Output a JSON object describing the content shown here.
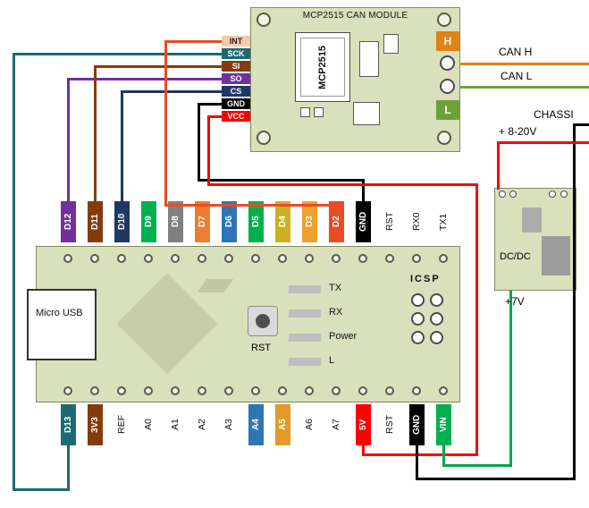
{
  "mcp_module": {
    "title": "MCP2515 CAN MODULE",
    "chip_label": "MCP2515",
    "terminal_h": "H",
    "terminal_l": "L",
    "terminal_h_color": "#E08214",
    "terminal_l_color": "#6FA03A",
    "pins": [
      {
        "label": "INT",
        "bg": "#F6CBAD",
        "fg": "#222222"
      },
      {
        "label": "SCK",
        "bg": "#1D6A73",
        "fg": "#FFFFFF"
      },
      {
        "label": "SI",
        "bg": "#843C0C",
        "fg": "#FFFFFF"
      },
      {
        "label": "SO",
        "bg": "#7030A0",
        "fg": "#FFFFFF"
      },
      {
        "label": "CS",
        "bg": "#1F3864",
        "fg": "#FFFFFF"
      },
      {
        "label": "GND",
        "bg": "#000000",
        "fg": "#FFFFFF"
      },
      {
        "label": "VCC",
        "bg": "#FF0000",
        "fg": "#FFFFFF"
      }
    ]
  },
  "annotations": {
    "can_h": "CAN H",
    "can_l": "CAN L",
    "chassis": "CHASSI",
    "supply_in": "+ 8-20V",
    "supply_out": "+7V"
  },
  "dcdc_module": {
    "label": "DC/DC"
  },
  "nano": {
    "usb_label": "Micro USB",
    "reset_label": "RST",
    "icsp_label": "ICSP",
    "indicator_labels": [
      "TX",
      "RX",
      "Power",
      "L"
    ],
    "top_pins": [
      {
        "label": "D12",
        "bg": "#7030A0",
        "fg": "#FFFFFF"
      },
      {
        "label": "D11",
        "bg": "#843C0C",
        "fg": "#FFFFFF"
      },
      {
        "label": "D10",
        "bg": "#1F3864",
        "fg": "#FFFFFF"
      },
      {
        "label": "D9",
        "bg": "#00B050",
        "fg": "#FFFFFF"
      },
      {
        "label": "D8",
        "bg": "#808080",
        "fg": "#FFFFFF"
      },
      {
        "label": "D7",
        "bg": "#ED7D31",
        "fg": "#FFFFFF"
      },
      {
        "label": "D6",
        "bg": "#2E75B6",
        "fg": "#FFFFFF"
      },
      {
        "label": "D5",
        "bg": "#00B050",
        "fg": "#FFFFFF"
      },
      {
        "label": "D4",
        "bg": "#CBB022",
        "fg": "#FFFFFF"
      },
      {
        "label": "D3",
        "bg": "#EDA12F",
        "fg": "#FFFFFF"
      },
      {
        "label": "D2",
        "bg": "#E84C22",
        "fg": "#FFFFFF"
      },
      {
        "label": "GND",
        "bg": "#000000",
        "fg": "#FFFFFF"
      },
      {
        "label": "RST",
        "bg": null,
        "fg": "#111111"
      },
      {
        "label": "RX0",
        "bg": null,
        "fg": "#111111"
      },
      {
        "label": "TX1",
        "bg": null,
        "fg": "#111111"
      }
    ],
    "bottom_pins": [
      {
        "label": "D13",
        "bg": "#1D6A73",
        "fg": "#FFFFFF"
      },
      {
        "label": "3V3",
        "bg": "#843C0C",
        "fg": "#FFFFFF"
      },
      {
        "label": "REF",
        "bg": null,
        "fg": "#111111"
      },
      {
        "label": "A0",
        "bg": null,
        "fg": "#111111"
      },
      {
        "label": "A1",
        "bg": null,
        "fg": "#111111"
      },
      {
        "label": "A2",
        "bg": null,
        "fg": "#111111"
      },
      {
        "label": "A3",
        "bg": null,
        "fg": "#111111"
      },
      {
        "label": "A4",
        "bg": "#2E75B6",
        "fg": "#FFFFFF"
      },
      {
        "label": "A5",
        "bg": "#E39A28",
        "fg": "#FFFFFF"
      },
      {
        "label": "A6",
        "bg": null,
        "fg": "#111111"
      },
      {
        "label": "A7",
        "bg": null,
        "fg": "#111111"
      },
      {
        "label": "5V",
        "bg": "#FF0000",
        "fg": "#FFFFFF"
      },
      {
        "label": "RST",
        "bg": null,
        "fg": "#111111"
      },
      {
        "label": "GND",
        "bg": "#000000",
        "fg": "#FFFFFF"
      },
      {
        "label": "VIN",
        "bg": "#00B050",
        "fg": "#FFFFFF"
      }
    ]
  },
  "wires": [
    {
      "name": "wire-sck-d13",
      "color": "#1D6A73",
      "segments": [
        [
          14,
          59,
          234,
          3
        ],
        [
          14,
          59,
          3,
          490
        ],
        [
          14,
          546,
          64,
          3
        ],
        [
          75,
          498,
          3,
          50
        ]
      ]
    },
    {
      "name": "wire-so-d12",
      "color": "#7030A0",
      "segments": [
        [
          75,
          87,
          173,
          3
        ],
        [
          75,
          87,
          3,
          139
        ]
      ]
    },
    {
      "name": "wire-si-d11",
      "color": "#843C0C",
      "segments": [
        [
          105,
          73,
          143,
          3
        ],
        [
          105,
          73,
          3,
          153
        ]
      ]
    },
    {
      "name": "wire-cs-d10",
      "color": "#1F3864",
      "segments": [
        [
          135,
          101,
          113,
          3
        ],
        [
          135,
          101,
          3,
          125
        ]
      ]
    },
    {
      "name": "wire-int-d2",
      "color": "#E84C22",
      "segments": [
        [
          184,
          45,
          64,
          3
        ],
        [
          184,
          45,
          3,
          186
        ],
        [
          184,
          228,
          192,
          3
        ]
      ]
    },
    {
      "name": "wire-gnd-top",
      "color": "#000000",
      "segments": [
        [
          221,
          115,
          27,
          3
        ],
        [
          221,
          115,
          3,
          88
        ],
        [
          221,
          200,
          187,
          3
        ],
        [
          405,
          200,
          3,
          26
        ]
      ]
    },
    {
      "name": "wire-vcc-5v",
      "color": "#FF0000",
      "segments": [
        [
          232,
          129,
          16,
          3
        ],
        [
          232,
          129,
          3,
          79
        ],
        [
          232,
          205,
          303,
          3
        ],
        [
          532,
          205,
          3,
          305
        ],
        [
          405,
          507,
          130,
          3
        ],
        [
          405,
          498,
          3,
          11
        ]
      ]
    },
    {
      "name": "wire-can-h",
      "color": "#E08214",
      "segments": [
        [
          514,
          70,
          145,
          3
        ]
      ]
    },
    {
      "name": "wire-can-l",
      "color": "#6FA03A",
      "segments": [
        [
          514,
          96,
          145,
          3
        ]
      ]
    },
    {
      "name": "wire-chassis-gnd",
      "color": "#000000",
      "segments": [
        [
          641,
          138,
          18,
          3
        ],
        [
          641,
          138,
          3,
          399
        ],
        [
          465,
          534,
          179,
          3
        ],
        [
          465,
          498,
          3,
          38
        ]
      ]
    },
    {
      "name": "wire-supply-in",
      "color": "#FF0000",
      "segments": [
        [
          556,
          158,
          103,
          3
        ],
        [
          556,
          158,
          3,
          54
        ]
      ]
    },
    {
      "name": "wire-7v-vin",
      "color": "#00A651",
      "segments": [
        [
          570,
          325,
          3,
          196
        ],
        [
          495,
          519,
          78,
          3
        ],
        [
          495,
          498,
          3,
          23
        ]
      ]
    }
  ]
}
